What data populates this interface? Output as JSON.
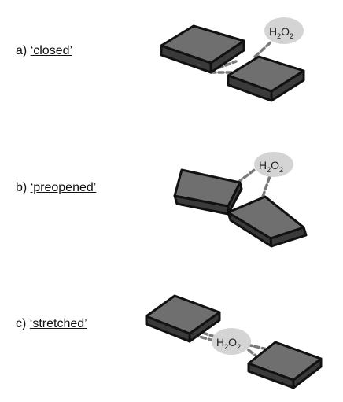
{
  "panels": [
    {
      "letter": "a)",
      "name": "‘closed’"
    },
    {
      "letter": "b)",
      "name": "‘preopened’"
    },
    {
      "letter": "c)",
      "name": "‘stretched’"
    }
  ],
  "molecule": {
    "h": "H",
    "h_sub": "2",
    "o": "O",
    "o_sub": "2"
  },
  "colors": {
    "slab_top": "#6f6f6f",
    "slab_side": "#3a3a3a",
    "outline": "#111111",
    "bond": "#7a7a7a",
    "molecule_fill": "#d4d4d4"
  }
}
